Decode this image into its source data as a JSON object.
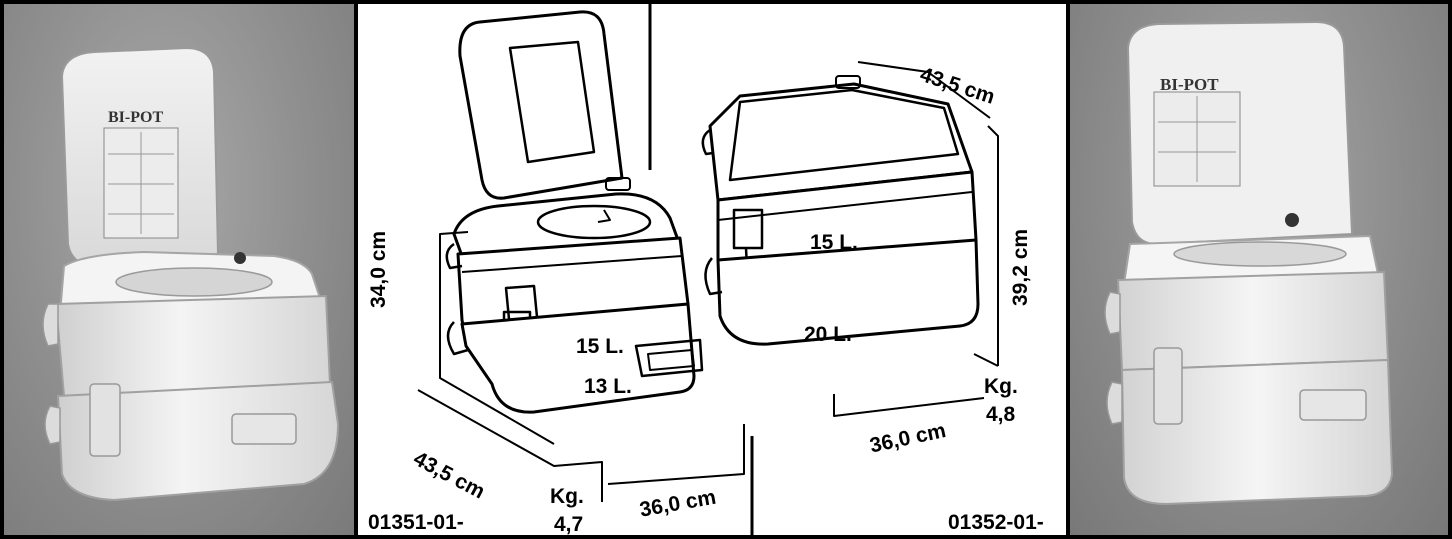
{
  "left_photo": {
    "brand": "BI-POT"
  },
  "right_photo": {
    "brand": "BI-POT"
  },
  "small_model": {
    "code": "01351-01-",
    "width": "36,0 cm",
    "depth": "43,5 cm",
    "height": "34,0 cm",
    "fresh_tank": "15 L.",
    "waste_tank": "13 L.",
    "weight_unit": "Kg.",
    "weight": "4,7"
  },
  "large_model": {
    "code": "01352-01-",
    "width": "36,0 cm",
    "depth": "43,5 cm",
    "height": "39,2 cm",
    "fresh_tank": "15 L.",
    "waste_tank": "20 L.",
    "weight_unit": "Kg.",
    "weight": "4,8"
  },
  "colors": {
    "background": "#000000",
    "drawing_bg": "#ffffff",
    "photo_bg": "#8e8e8e",
    "toilet_body": "#e9e9e9",
    "line": "#000000"
  }
}
